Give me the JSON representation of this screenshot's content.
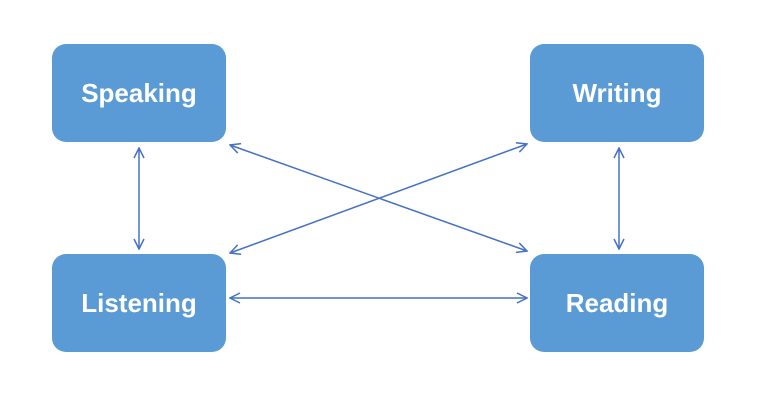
{
  "diagram": {
    "nodes": {
      "speaking": "Speaking",
      "writing": "Writing",
      "listening": "Listening",
      "reading": "Reading"
    },
    "connections": [
      {
        "from": "speaking",
        "to": "listening",
        "bidirectional": true
      },
      {
        "from": "writing",
        "to": "reading",
        "bidirectional": true
      },
      {
        "from": "listening",
        "to": "reading",
        "bidirectional": true
      },
      {
        "from": "speaking",
        "to": "reading",
        "bidirectional": true
      },
      {
        "from": "listening",
        "to": "writing",
        "bidirectional": true
      }
    ]
  },
  "colors": {
    "node_fill": "#5b9bd5",
    "connector": "#4472c4",
    "label": "#ffffff"
  }
}
